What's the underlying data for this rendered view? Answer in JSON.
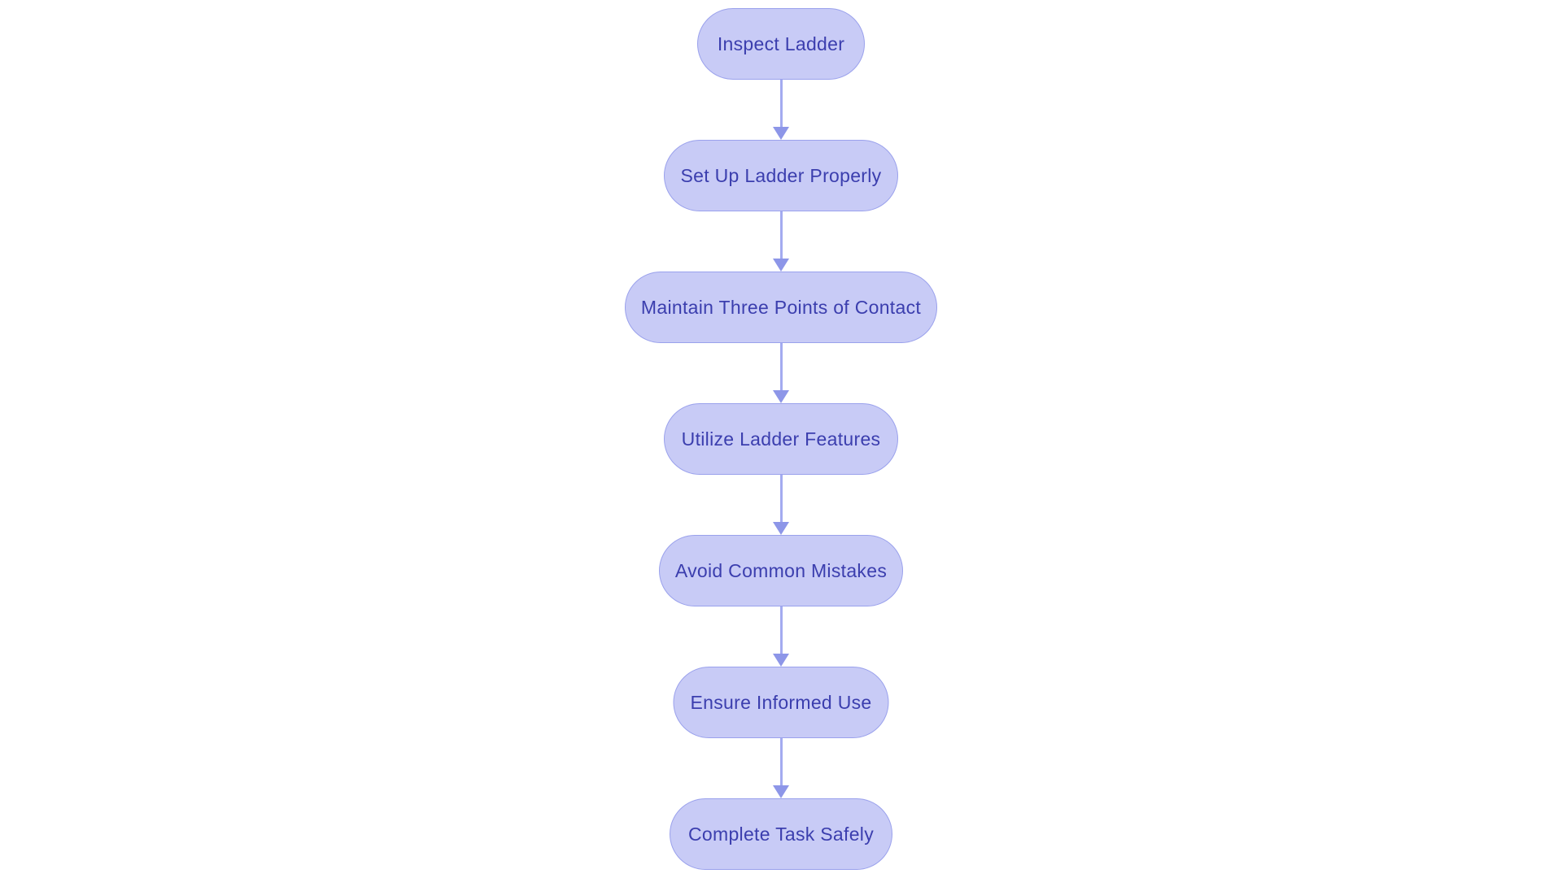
{
  "diagram": {
    "type": "flowchart",
    "direction": "top-down",
    "background_color": "#ffffff",
    "node_fill_color": "#c8cbf6",
    "node_border_color": "#9aa1ec",
    "node_text_color": "#3b3eae",
    "arrow_line_color": "#a3abf0",
    "arrow_head_color": "#8d96e8",
    "nodes": [
      {
        "id": "inspect-ladder",
        "label": "Inspect Ladder"
      },
      {
        "id": "set-up-ladder-properly",
        "label": "Set Up Ladder Properly"
      },
      {
        "id": "maintain-three-points-of-contact",
        "label": "Maintain Three Points of Contact"
      },
      {
        "id": "utilize-ladder-features",
        "label": "Utilize Ladder Features"
      },
      {
        "id": "avoid-common-mistakes",
        "label": "Avoid Common Mistakes"
      },
      {
        "id": "ensure-informed-use",
        "label": "Ensure Informed Use"
      },
      {
        "id": "complete-task-safely",
        "label": "Complete Task Safely"
      }
    ],
    "edges": [
      {
        "from": "inspect-ladder",
        "to": "set-up-ladder-properly"
      },
      {
        "from": "set-up-ladder-properly",
        "to": "maintain-three-points-of-contact"
      },
      {
        "from": "maintain-three-points-of-contact",
        "to": "utilize-ladder-features"
      },
      {
        "from": "utilize-ladder-features",
        "to": "avoid-common-mistakes"
      },
      {
        "from": "avoid-common-mistakes",
        "to": "ensure-informed-use"
      },
      {
        "from": "ensure-informed-use",
        "to": "complete-task-safely"
      }
    ]
  }
}
